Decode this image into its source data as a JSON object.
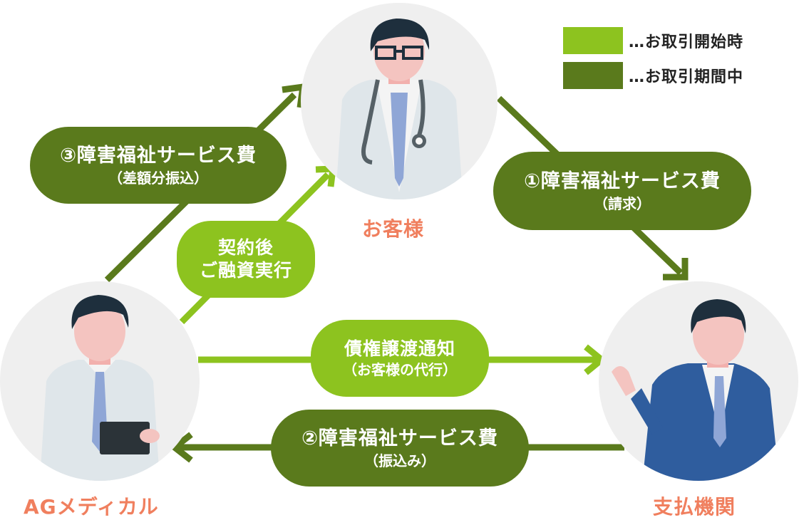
{
  "legend": [
    {
      "color": "#8dc31f",
      "text": "…お取引開始時"
    },
    {
      "color": "#5a7a1c",
      "text": "…お取引期間中"
    }
  ],
  "parties": {
    "customer": "お客様",
    "agency": "AGメディカル",
    "payer": "支払機関"
  },
  "flows": {
    "step3": {
      "line1": "③障害福祉サービス費",
      "line2": "（差額分振込）"
    },
    "step1": {
      "line1": "①障害福祉サービス費",
      "line2": "（請求）"
    },
    "financing": {
      "line1": "契約後",
      "line2": "ご融資実行"
    },
    "notice": {
      "line1": "債権譲渡通知",
      "line2": "（お客様の代行）"
    },
    "step2": {
      "line1": "②障害福祉サービス費",
      "line2": "（振込み）"
    }
  },
  "colors": {
    "dark": "#5a7a1c",
    "light": "#8dc31f",
    "party_label": "#f07f5e"
  }
}
